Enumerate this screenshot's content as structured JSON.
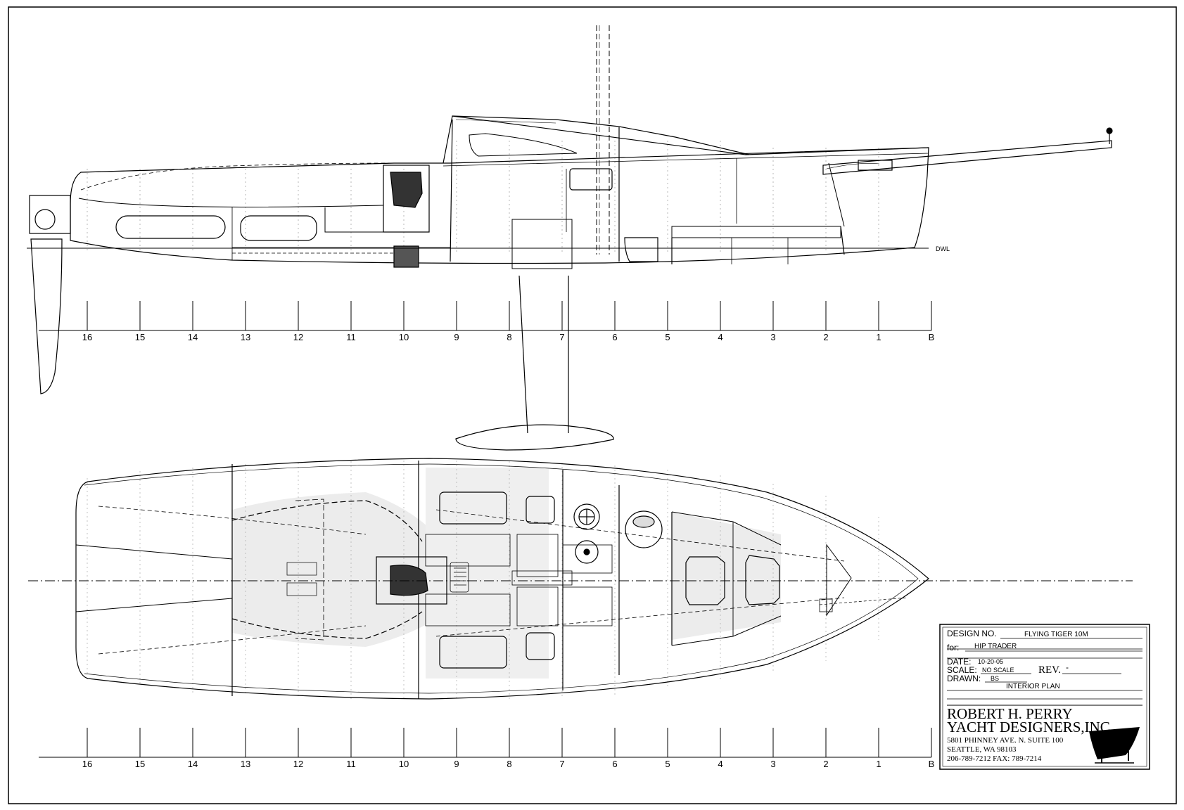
{
  "waterline_label": "DWL",
  "station_labels": [
    "16",
    "15",
    "14",
    "13",
    "12",
    "11",
    "10",
    "9",
    "8",
    "7",
    "6",
    "5",
    "4",
    "3",
    "2",
    "1",
    "B"
  ],
  "title_block": {
    "design_no_label": "DESIGN NO.",
    "design_no_value": "FLYING TIGER 10M",
    "for_label": "for:",
    "for_value": "HIP TRADER",
    "date_label": "DATE:",
    "date_value": "10-20-05",
    "scale_label": "SCALE:",
    "scale_value": "NO SCALE",
    "rev_label": "REV.",
    "rev_value": "-",
    "drawn_label": "DRAWN:",
    "drawn_value": "BS",
    "sheet_title": "INTERIOR PLAN",
    "company_line1": "ROBERT H. PERRY",
    "company_line2": "YACHT DESIGNERS,INC.",
    "address_line1": "5801 PHINNEY AVE. N. SUITE 100",
    "address_line2": "SEATTLE, WA 98103",
    "phone_line": "206-789-7212  FAX: 789-7214"
  }
}
